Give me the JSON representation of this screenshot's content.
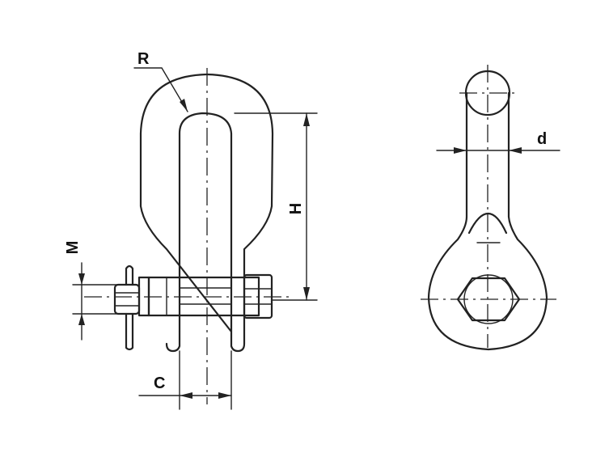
{
  "labels": {
    "radius": "R",
    "height": "H",
    "pin_thread": "M",
    "opening_width": "C",
    "thickness": "d"
  }
}
